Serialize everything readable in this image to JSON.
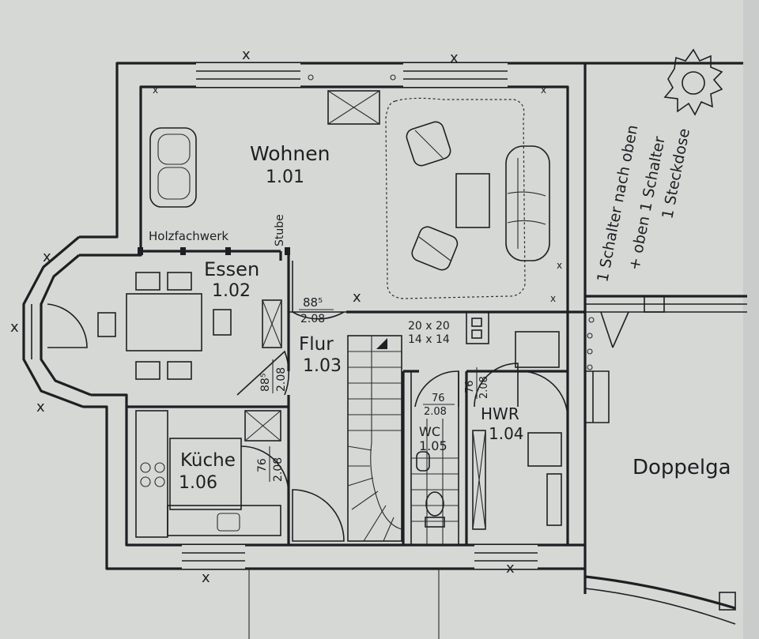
{
  "colors": {
    "paper": "#d6d8d6",
    "ink": "#1e1f22",
    "shadow": "#8e918f"
  },
  "rooms": {
    "wohnen": {
      "name": "Wohnen",
      "number": "1.01"
    },
    "essen": {
      "name": "Essen",
      "number": "1.02"
    },
    "flur": {
      "name": "Flur",
      "number": "1.03"
    },
    "hwr": {
      "name": "HWR",
      "number": "1.04"
    },
    "wc": {
      "name": "WC",
      "number": "1.05"
    },
    "kueche": {
      "name": "Küche",
      "number": "1.06"
    }
  },
  "labels": {
    "holzfachwerk": "Holzfachwerk",
    "stube": "Stube",
    "doppelgarage": "Doppelga",
    "chimney": "20 x 20",
    "chimney2": "14 x 14"
  },
  "doors": {
    "flur_door": {
      "width": "88⁵",
      "height": "2.08"
    },
    "kitchen_side": {
      "width": "88⁵",
      "height": "2.08"
    },
    "kitchen_door": {
      "width": "76",
      "height": "2.08"
    },
    "wc_door": {
      "width": "76",
      "height": "2.08"
    },
    "hwr_door": {
      "width": "76",
      "height": "2.08"
    }
  },
  "notes": {
    "side_note_1": "1 Schalter nach oben",
    "side_note_2": "+ oben 1 Schalter",
    "side_note_3": "1 Steckdose"
  },
  "icons": [
    "sun-icon",
    "stove-icon",
    "toilet-icon",
    "stair-arrow-icon"
  ]
}
